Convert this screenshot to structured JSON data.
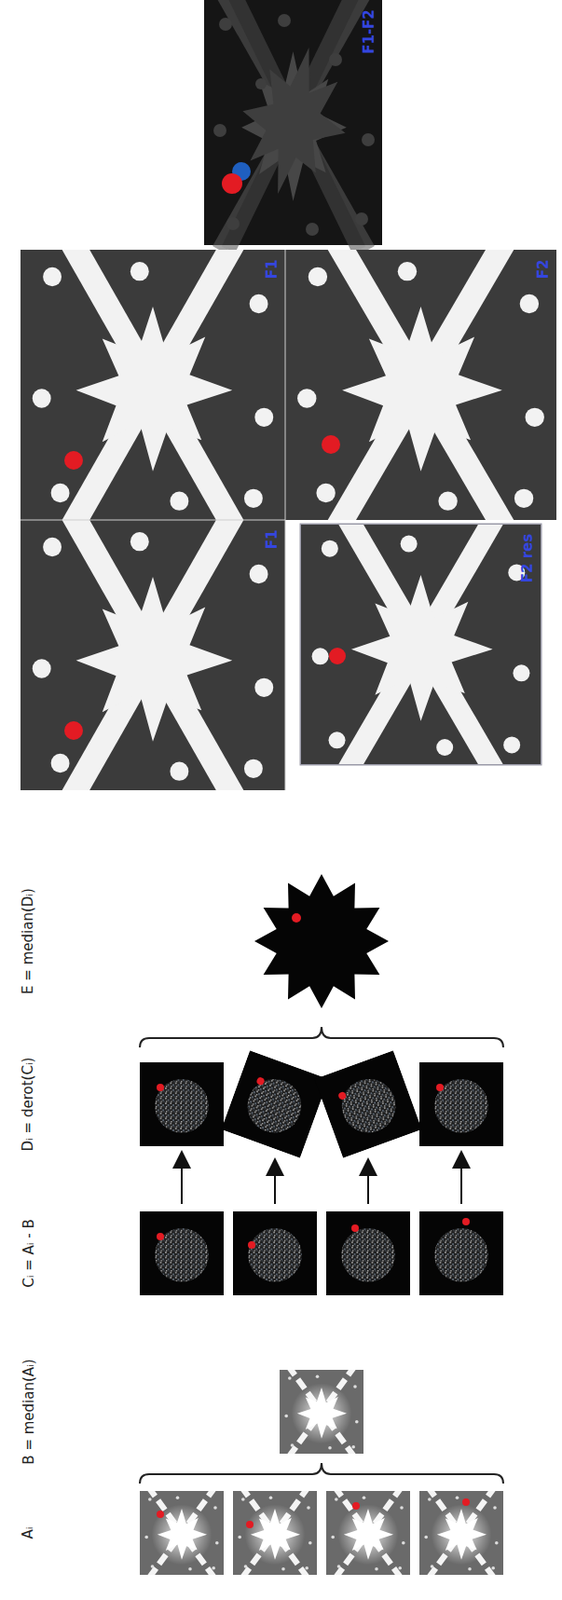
{
  "diagram": {
    "nodes": [
      {
        "text": [
          "F1-F2"
        ]
      },
      {
        "text": [
          "F1"
        ]
      },
      {
        "text": [
          "F2"
        ]
      },
      {
        "text": [
          "F1"
        ]
      },
      {
        "text": [
          "F2 res"
        ]
      }
    ],
    "labels": [
      "Aᵢ",
      "B = median(Aᵢ)",
      "Cᵢ = Aᵢ - B",
      "Dᵢ = derot(Cᵢ)",
      "E = median(Dᵢ)"
    ]
  }
}
